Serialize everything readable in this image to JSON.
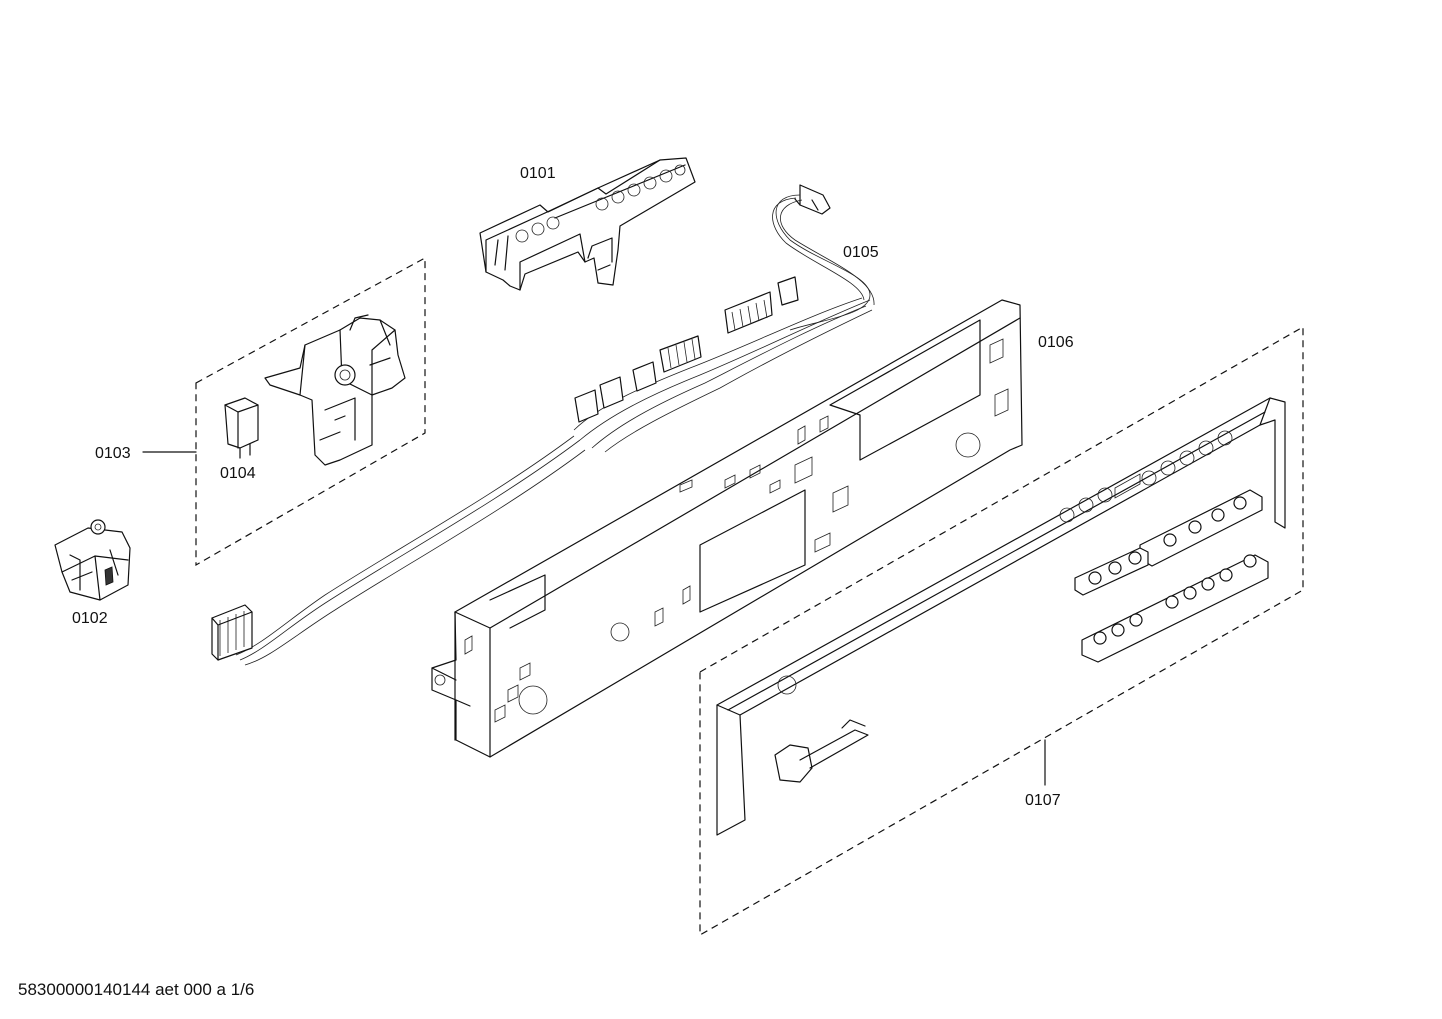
{
  "diagram": {
    "parts": [
      {
        "id": "0101"
      },
      {
        "id": "0102"
      },
      {
        "id": "0103"
      },
      {
        "id": "0104"
      },
      {
        "id": "0105"
      },
      {
        "id": "0106"
      },
      {
        "id": "0107"
      }
    ]
  },
  "footer": {
    "text": "58300000140144 aet 000 a 1/6"
  }
}
